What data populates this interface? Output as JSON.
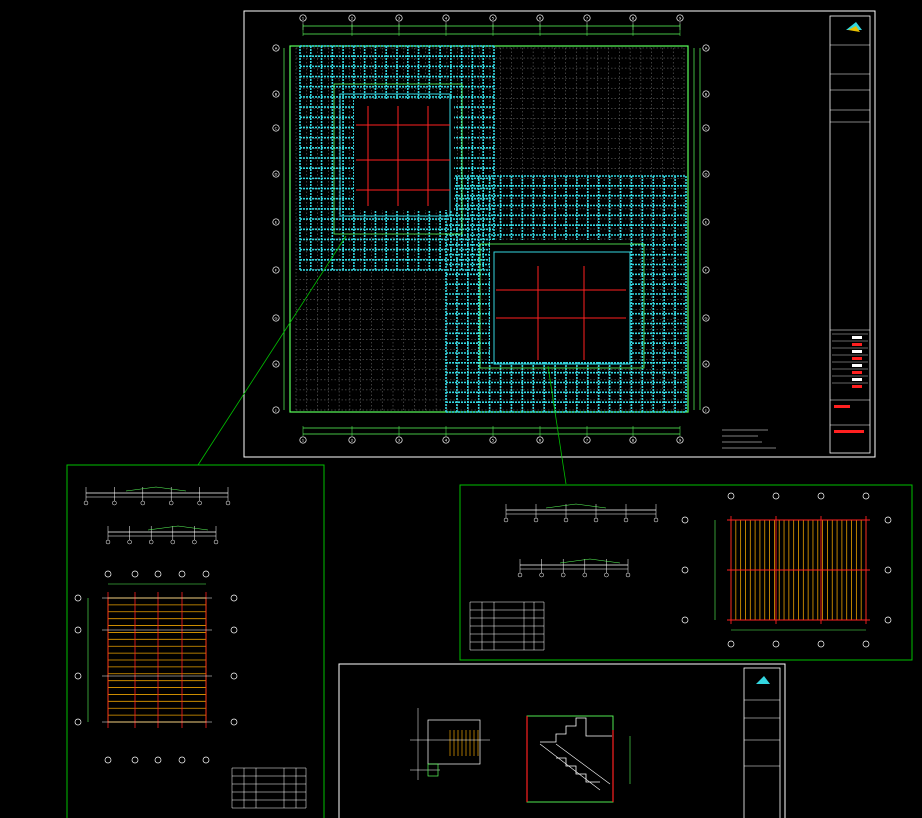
{
  "colors": {
    "background": "#000000",
    "frame": "#ffffff",
    "detail_frame": "#00c000",
    "beam": "#33d6e0",
    "grid": "#9a9a9a",
    "dim": "#5aff5a",
    "red": "#ff2020",
    "orange": "#e8a000",
    "title_text": "#ffffff"
  },
  "main_plan": {
    "axis_top": [
      "1",
      "2",
      "3",
      "4",
      "5",
      "6",
      "7",
      "8",
      "9"
    ],
    "axis_left": [
      "A",
      "B",
      "C",
      "D",
      "E",
      "F",
      "G",
      "H",
      "J"
    ],
    "caption": "",
    "company_logo_icon": "company-logo-icon"
  },
  "details": {
    "left_panel": {
      "caption": "",
      "table_title": ""
    },
    "right_panel": {
      "caption": "",
      "table_title": ""
    },
    "bottom_panel": {
      "caption": ""
    }
  }
}
